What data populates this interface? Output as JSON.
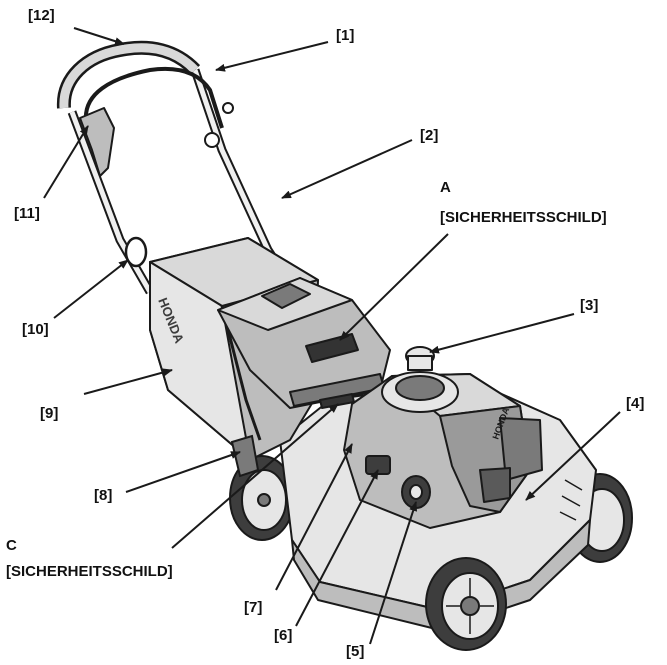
{
  "callouts": {
    "c1": "[1]",
    "c2": "[2]",
    "c3": "[3]",
    "c4": "[4]",
    "c5": "[5]",
    "c6": "[6]",
    "c7": "[7]",
    "c8": "[8]",
    "c9": "[9]",
    "c10": "[10]",
    "c11": "[11]",
    "c12": "[12]"
  },
  "labels": {
    "a_letter": "A",
    "a_text": "[SICHERHEITSSCHILD]",
    "c_letter": "C",
    "c_text": "[SICHERHEITSSCHILD]"
  },
  "brand": {
    "bag_logo": "HONDA",
    "engine_logo": "HONDA"
  },
  "colors": {
    "line": "#1a1a1a",
    "body_light": "#e6e6e6",
    "body_mid": "#bdbdbd",
    "body_dark": "#7a7a7a"
  }
}
